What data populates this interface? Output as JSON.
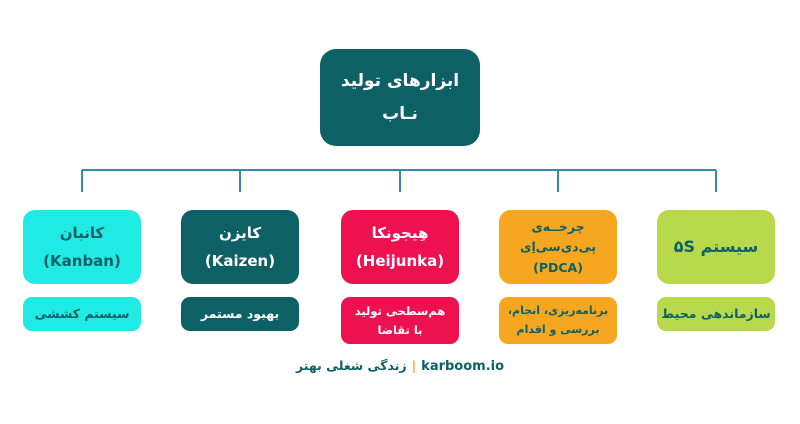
{
  "title_box": {
    "line1": "ابزارهای تولید",
    "line2": "نـاب",
    "bg": "#0d6165",
    "fg": "#ffffff"
  },
  "connector_color": "#2f8fa0",
  "columns": [
    {
      "id": "kanban",
      "title_lines": [
        "کانبان",
        "(Kanban)"
      ],
      "subtitle_lines": [
        "سیستم کششی"
      ],
      "bg": "#20eae4",
      "fg": "#0d6165"
    },
    {
      "id": "kaizen",
      "title_lines": [
        "کایزن",
        "(Kaizen)"
      ],
      "subtitle_lines": [
        "بهبود مستمر"
      ],
      "bg": "#0d6165",
      "fg": "#ffffff"
    },
    {
      "id": "heijunka",
      "title_lines": [
        "هِیجونکا",
        "(Heijunka)"
      ],
      "subtitle_lines": [
        "هم‌سطحی تولید",
        "با تقاضا"
      ],
      "bg": "#ee1150",
      "fg": "#ffffff"
    },
    {
      "id": "pdca",
      "title_lines": [
        "چرخــه‌ی",
        "پی‌دی‌سی‌اِی",
        "(PDCA)"
      ],
      "subtitle_lines": [
        "برنامه‌ریزی، انجام،",
        "بررسی و اقدام"
      ],
      "bg": "#f7a61f",
      "fg": "#0d6165"
    },
    {
      "id": "5s",
      "title_lines": [
        "سیستم ۵S"
      ],
      "subtitle_lines": [
        "سازماندهی محیط"
      ],
      "bg": "#b9d94c",
      "fg": "#0d6165"
    }
  ],
  "footer": {
    "brand": "karboom.io",
    "separator": "|",
    "tagline": "زندگی شغلی بهتر",
    "brand_color": "#0d6165",
    "separator_color": "#f7a61f",
    "tagline_color": "#0d6165"
  }
}
